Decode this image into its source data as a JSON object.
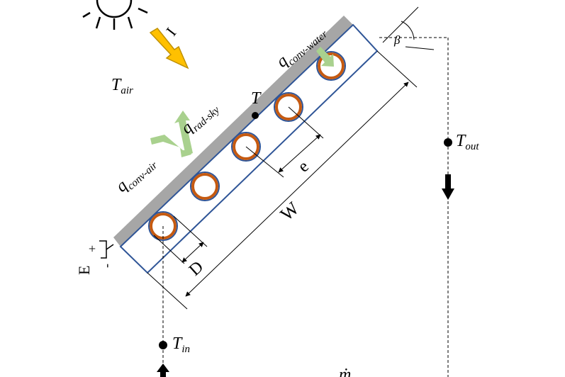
{
  "labels": {
    "irradiance": "I",
    "t_air_main": "T",
    "t_air_sub": "air",
    "q": "q",
    "conv_water_sub": "conv-water",
    "rad_sky_sub": "rad-sky",
    "conv_air_sub": "conv-air",
    "t_panel": "T",
    "beta": "β",
    "t_out_main": "T",
    "t_out_sub": "out",
    "t_in_main": "T",
    "t_in_sub": "in",
    "width": "W",
    "spacing": "e",
    "diameter": "D",
    "electrode_plus": "+",
    "electrode_minus": "-",
    "electrode_symbol": "E",
    "mass_flow": "ṁ"
  },
  "colors": {
    "panel_gray": "#a6a6a6",
    "channel_blue": "#2f5597",
    "tube_orange": "#c55a11",
    "arrow_green": "#a9d18e",
    "arrow_yellow": "#ffc000",
    "arrow_yellow_edge": "#bf9000",
    "line_black": "#000000"
  },
  "icons": [
    "sun-icon",
    "irradiance-arrow-icon",
    "heat-flux-arrow-icon",
    "flow-direction-arrow-icon"
  ]
}
